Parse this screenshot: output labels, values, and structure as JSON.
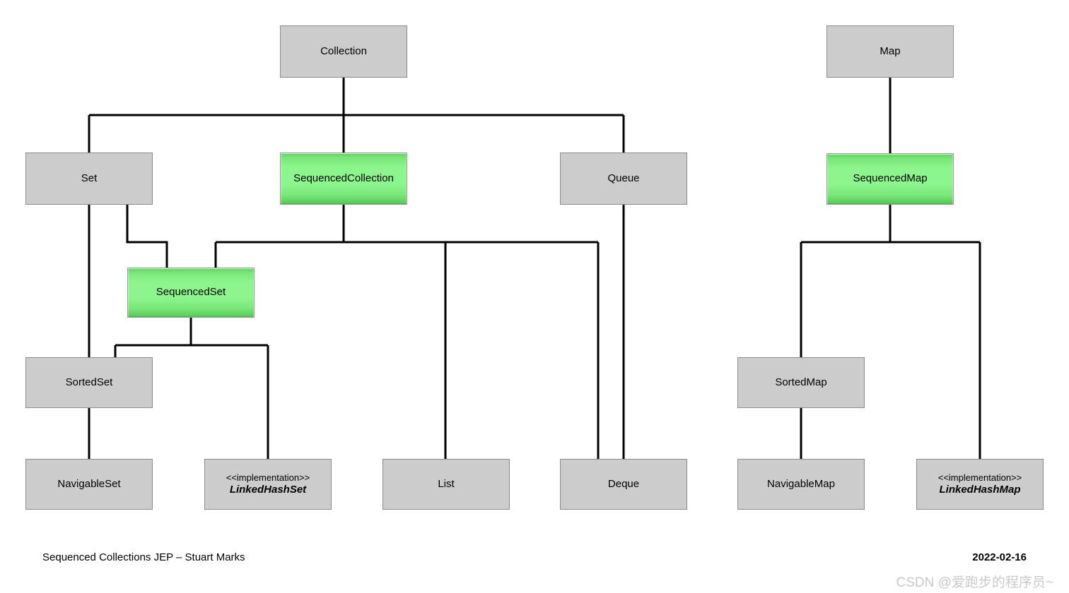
{
  "diagram": {
    "title_text": "Sequenced Collections JEP – Stuart Marks",
    "date_text": "2022-02-16",
    "watermark_text": "CSDN @爱跑步的程序员~",
    "colors": {
      "interface_fill": "#cccccc",
      "interface_border": "#8c8c8c",
      "highlight_fill": "#8df58d",
      "highlight_border": "#9a9a9a",
      "edge": "#000000",
      "background": "#ffffff",
      "watermark": "#c9c9c9"
    },
    "nodes": {
      "collection": {
        "label": "Collection",
        "kind": "interface"
      },
      "set": {
        "label": "Set",
        "kind": "interface"
      },
      "sequenced_collection": {
        "label": "SequencedCollection",
        "kind": "highlight"
      },
      "queue": {
        "label": "Queue",
        "kind": "interface"
      },
      "sequenced_set": {
        "label": "SequencedSet",
        "kind": "highlight"
      },
      "sorted_set": {
        "label": "SortedSet",
        "kind": "interface"
      },
      "navigable_set": {
        "label": "NavigableSet",
        "kind": "interface"
      },
      "linked_hash_set": {
        "stereotype": "<<implementation>>",
        "label": "LinkedHashSet",
        "kind": "implementation"
      },
      "list": {
        "label": "List",
        "kind": "interface"
      },
      "deque": {
        "label": "Deque",
        "kind": "interface"
      },
      "map": {
        "label": "Map",
        "kind": "interface"
      },
      "sequenced_map": {
        "label": "SequencedMap",
        "kind": "highlight"
      },
      "sorted_map": {
        "label": "SortedMap",
        "kind": "interface"
      },
      "navigable_map": {
        "label": "NavigableMap",
        "kind": "interface"
      },
      "linked_hash_map": {
        "stereotype": "<<implementation>>",
        "label": "LinkedHashMap",
        "kind": "implementation"
      }
    },
    "edges": [
      {
        "from": "collection",
        "to": "set"
      },
      {
        "from": "collection",
        "to": "sequenced_collection"
      },
      {
        "from": "collection",
        "to": "queue"
      },
      {
        "from": "set",
        "to": "sorted_set"
      },
      {
        "from": "set",
        "to": "sequenced_set"
      },
      {
        "from": "sequenced_collection",
        "to": "sequenced_set"
      },
      {
        "from": "sequenced_collection",
        "to": "list"
      },
      {
        "from": "sequenced_collection",
        "to": "deque"
      },
      {
        "from": "sequenced_set",
        "to": "sorted_set"
      },
      {
        "from": "sequenced_set",
        "to": "linked_hash_set"
      },
      {
        "from": "sorted_set",
        "to": "navigable_set"
      },
      {
        "from": "queue",
        "to": "deque"
      },
      {
        "from": "map",
        "to": "sequenced_map"
      },
      {
        "from": "sequenced_map",
        "to": "sorted_map"
      },
      {
        "from": "sequenced_map",
        "to": "linked_hash_map"
      },
      {
        "from": "sorted_map",
        "to": "navigable_map"
      }
    ]
  }
}
